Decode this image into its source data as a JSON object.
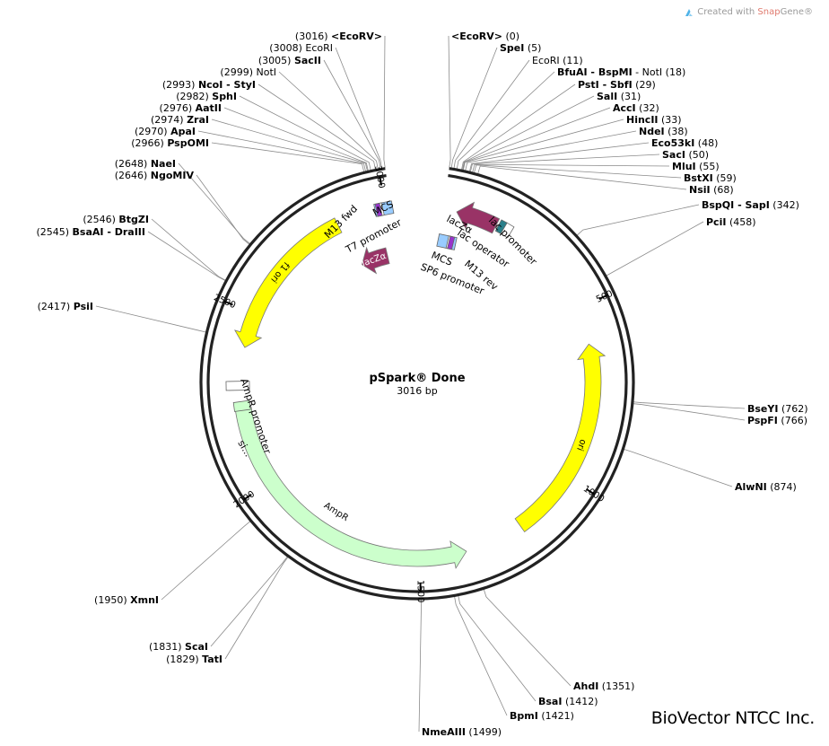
{
  "watermark": {
    "prefix": "Created with ",
    "brand": "Snap",
    "suffix": "Gene®"
  },
  "company": "BioVector NTCC Inc.",
  "plasmid": {
    "name": "pSpark® Done",
    "length_label": "3016 bp",
    "length": 3016
  },
  "colors": {
    "backbone": "#222222",
    "yellow_feature": "#ffff00",
    "ampr": "#ccffcc",
    "lacz": "#993366",
    "mcs": "#99ccff",
    "m13": "#9933cc",
    "lac_operator": "#2a7f8a",
    "leader": "#8a8a8a"
  },
  "ticks": [
    {
      "pos": 500,
      "label": "500"
    },
    {
      "pos": 1000,
      "label": "1000"
    },
    {
      "pos": 1500,
      "label": "1500"
    },
    {
      "pos": 2000,
      "label": "2000"
    },
    {
      "pos": 2500,
      "label": "2500"
    },
    {
      "pos": 3000,
      "label": "3000"
    }
  ],
  "features": [
    {
      "name": "ori",
      "start": 606,
      "end": 1194,
      "direction": "reverse",
      "color": "#ffff00",
      "label": "ori"
    },
    {
      "name": "AmpR",
      "start": 1365,
      "end": 2225,
      "direction": "reverse",
      "color": "#ccffcc",
      "label": "AmpR"
    },
    {
      "name": "AmpR promoter",
      "start": 2226,
      "end": 2330,
      "direction": "reverse",
      "color": "#ffffff",
      "label": "AmpR promoter"
    },
    {
      "name": "f1 ori",
      "start": 2400,
      "end": 2856,
      "direction": "reverse",
      "color": "#ffff00",
      "label": "f1 ori"
    },
    {
      "name": "lacZα right",
      "start": 40,
      "end": 150,
      "direction": "reverse",
      "color": "#993366",
      "label": "lacZα"
    },
    {
      "name": "lacZα left",
      "start": 2860,
      "end": 2980,
      "direction": "reverse",
      "color": "#993366",
      "label": "lacZα"
    }
  ],
  "feature_labels": {
    "m13_fwd": "M13 fwd",
    "mcs_left": "MCS",
    "t7_promoter": "T7 promoter",
    "lacz_left": "lacZα",
    "lacz_right": "lacZα",
    "lac_operator": "lac operator",
    "lac_promoter": "lac promoter",
    "mcs_right": "MCS",
    "sp6_promoter": "SP6 promoter",
    "m13_rev": "M13 rev",
    "ampr_promoter": "AmpR promoter",
    "signal": "si..."
  },
  "sites_left": [
    {
      "pos": "(3016)",
      "name": "<EcoRV>",
      "bold": true,
      "at": 3016
    },
    {
      "pos": "(3008)",
      "name": "EcoRI",
      "bold": false,
      "at": 3008
    },
    {
      "pos": "(3005)",
      "name": "SacII",
      "bold": true,
      "at": 3005
    },
    {
      "pos": "(2999)",
      "name": "NotI",
      "bold": false,
      "at": 2999
    },
    {
      "pos": "(2993)",
      "name": "NcoI - StyI",
      "bold": true,
      "at": 2993
    },
    {
      "pos": "(2982)",
      "name": "SphI",
      "bold": true,
      "at": 2982
    },
    {
      "pos": "(2976)",
      "name": "AatII",
      "bold": true,
      "at": 2976
    },
    {
      "pos": "(2974)",
      "name": "ZraI",
      "bold": true,
      "at": 2974
    },
    {
      "pos": "(2970)",
      "name": "ApaI",
      "bold": true,
      "at": 2970
    },
    {
      "pos": "(2966)",
      "name": "PspOMI",
      "bold": true,
      "at": 2966
    },
    {
      "pos": "(2648)",
      "name": "NaeI",
      "bold": true,
      "at": 2648
    },
    {
      "pos": "(2646)",
      "name": "NgoMIV",
      "bold": true,
      "at": 2646
    },
    {
      "pos": "(2546)",
      "name": "BtgZI",
      "bold": true,
      "at": 2546
    },
    {
      "pos": "(2545)",
      "name": "BsaAI - DraIII",
      "bold": true,
      "at": 2545
    },
    {
      "pos": "(2417)",
      "name": "PsiI",
      "bold": true,
      "at": 2417
    },
    {
      "pos": "(1950)",
      "name": "XmnI",
      "bold": true,
      "at": 1950
    },
    {
      "pos": "(1831)",
      "name": "ScaI",
      "bold": true,
      "at": 1831
    },
    {
      "pos": "(1829)",
      "name": "TatI",
      "bold": true,
      "at": 1829
    }
  ],
  "sites_right": [
    {
      "name": "<EcoRV>",
      "pos": "(0)",
      "bold": true,
      "at": 0
    },
    {
      "name": "SpeI",
      "pos": "(5)",
      "bold": true,
      "at": 5
    },
    {
      "name": "EcoRI",
      "pos": "(11)",
      "bold": false,
      "at": 11
    },
    {
      "name": "BfuAI - BspMI",
      "name2": " - NotI",
      "pos": "(18)",
      "bold": true,
      "at": 18
    },
    {
      "name": "PstI - SbfI",
      "pos": "(29)",
      "bold": true,
      "at": 29
    },
    {
      "name": "SalI",
      "pos": "(31)",
      "bold": true,
      "at": 31
    },
    {
      "name": "AccI",
      "pos": "(32)",
      "bold": true,
      "at": 32
    },
    {
      "name": "HincII",
      "pos": "(33)",
      "bold": true,
      "at": 33
    },
    {
      "name": "NdeI",
      "pos": "(38)",
      "bold": true,
      "at": 38
    },
    {
      "name": "Eco53kI",
      "pos": "(48)",
      "bold": true,
      "at": 48
    },
    {
      "name": "SacI",
      "pos": "(50)",
      "bold": true,
      "at": 50
    },
    {
      "name": "MluI",
      "pos": "(55)",
      "bold": true,
      "at": 55
    },
    {
      "name": "BstXI",
      "pos": "(59)",
      "bold": true,
      "at": 59
    },
    {
      "name": "NsiI",
      "pos": "(68)",
      "bold": true,
      "at": 68
    },
    {
      "name": "BspQI - SapI",
      "pos": "(342)",
      "bold": true,
      "at": 342
    },
    {
      "name": "PciI",
      "pos": "(458)",
      "bold": true,
      "at": 458
    },
    {
      "name": "BseYI",
      "pos": "(762)",
      "bold": true,
      "at": 762
    },
    {
      "name": "PspFI",
      "pos": "(766)",
      "bold": true,
      "at": 766
    },
    {
      "name": "AlwNI",
      "pos": "(874)",
      "bold": true,
      "at": 874
    },
    {
      "name": "AhdI",
      "pos": "(1351)",
      "bold": true,
      "at": 1351
    },
    {
      "name": "BsaI",
      "pos": "(1412)",
      "bold": true,
      "at": 1412
    },
    {
      "name": "BpmI",
      "pos": "(1421)",
      "bold": true,
      "at": 1421
    },
    {
      "name": "NmeAIII",
      "pos": "(1499)",
      "bold": true,
      "at": 1499
    }
  ]
}
